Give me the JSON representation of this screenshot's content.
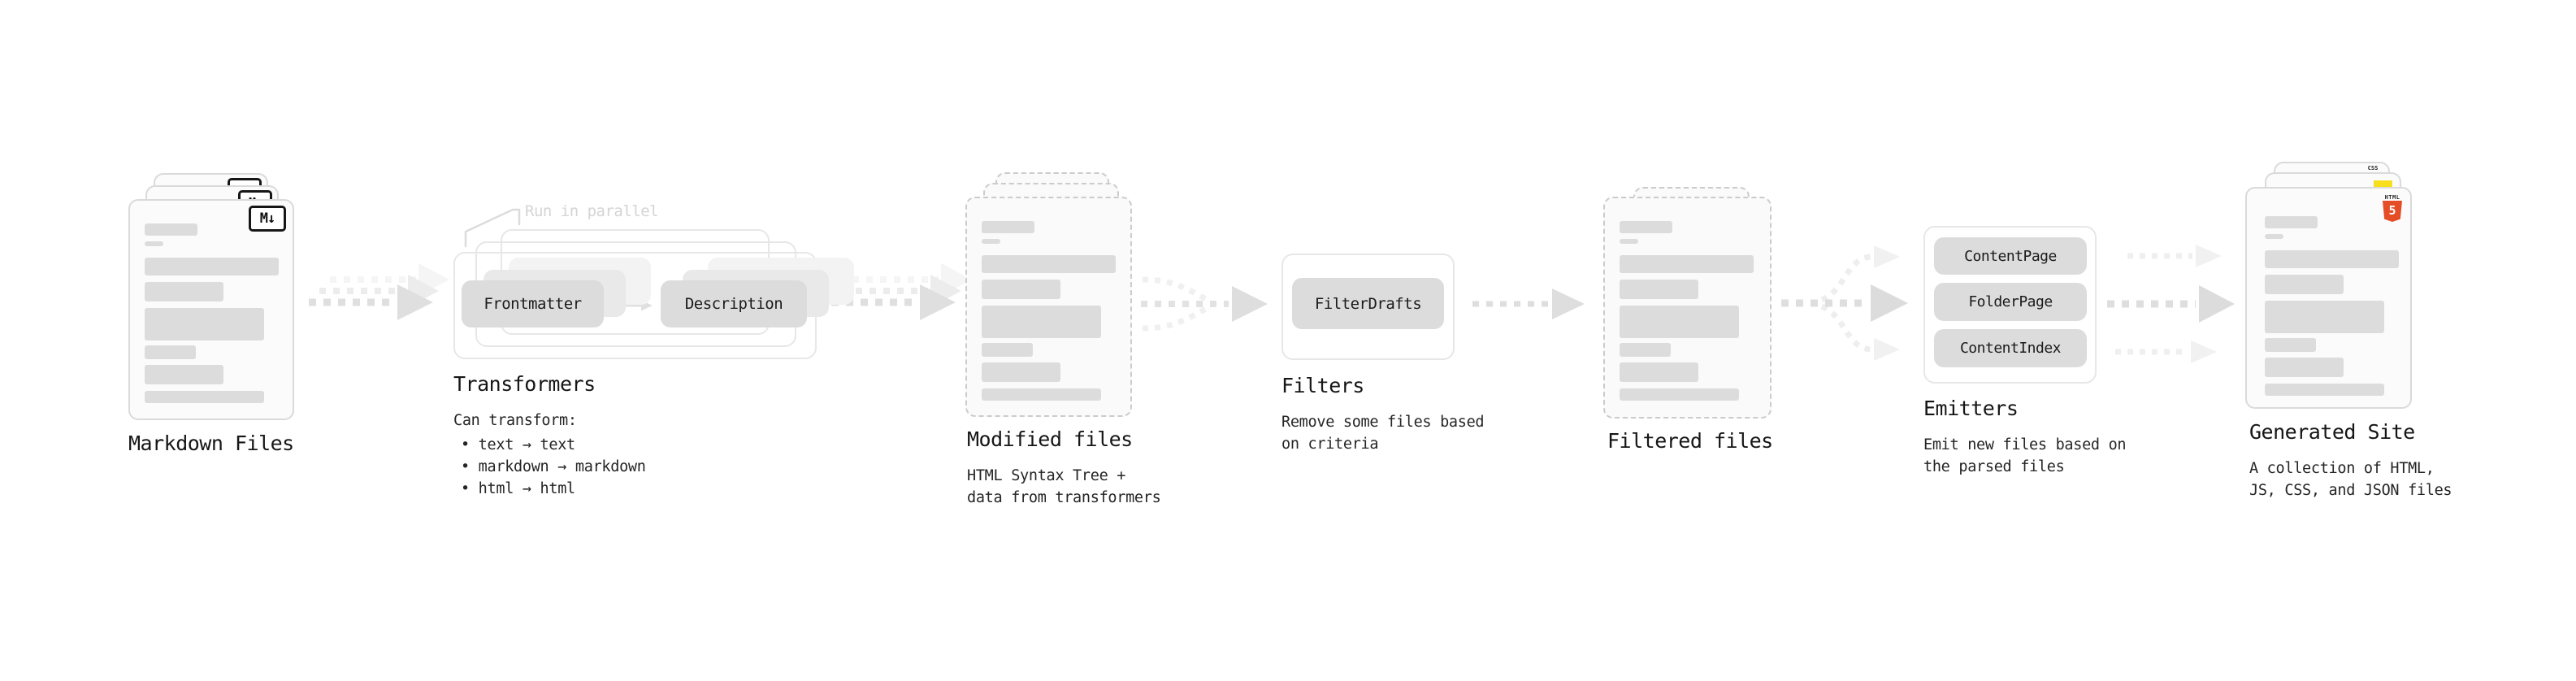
{
  "diagram": {
    "markdown_files": {
      "label": "Markdown Files",
      "icon": "M↓"
    },
    "transformers": {
      "annotation": "Run in parallel",
      "pill_left": "Frontmatter",
      "pill_right": "Description",
      "title": "Transformers",
      "desc_heading": "Can transform:",
      "bullets": [
        "• text → text",
        "• markdown → markdown",
        "• html → html"
      ]
    },
    "modified_files": {
      "title": "Modified files",
      "desc_line1": "HTML Syntax Tree +",
      "desc_line2": "data from transformers"
    },
    "filters": {
      "pill": "FilterDrafts",
      "title": "Filters",
      "desc_line1": "Remove some files based",
      "desc_line2": "on criteria"
    },
    "filtered_files": {
      "title": "Filtered files"
    },
    "emitters": {
      "pills": [
        "ContentPage",
        "FolderPage",
        "ContentIndex"
      ],
      "title": "Emitters",
      "desc_line1": "Emit new files based on",
      "desc_line2": "the parsed files"
    },
    "generated_site": {
      "title": "Generated Site",
      "desc_line1": "A collection of HTML,",
      "desc_line2": "JS, CSS, and JSON files",
      "css_badge": "CSS",
      "html_badge_word": "HTML",
      "html_badge_number": "5"
    },
    "colors": {
      "accent_html5": "#e44d26",
      "accent_js": "#f7df1e",
      "accent_css": "#2962f4",
      "arrow_main": "#dedede",
      "arrow_light": "#efefef"
    }
  }
}
